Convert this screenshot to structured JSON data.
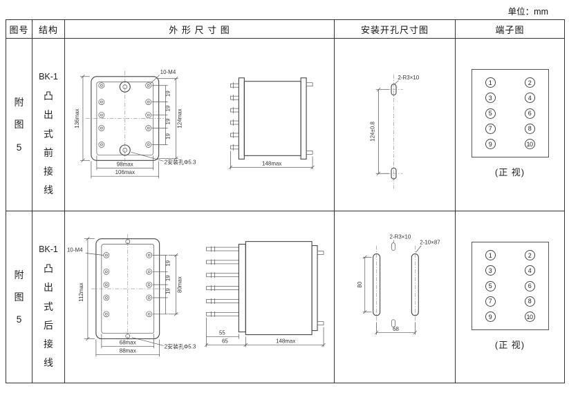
{
  "page": {
    "unit_label": "单位：mm"
  },
  "headers": {
    "fig_no": "图号",
    "structure": "结构",
    "outline": "外 形 尺 寸 图",
    "mounting": "安装开孔尺寸图",
    "terminal": "端子图"
  },
  "row1": {
    "fig_no": "附图5",
    "model": "BK-1",
    "structure": "凸出式前接线",
    "outline": {
      "height_total": "136max",
      "height_inner": "124max",
      "screw_label": "10-M4",
      "pitch": [
        "19",
        "19",
        "19",
        "19"
      ],
      "width_inner": "98max",
      "width_total": "106max",
      "hole_label": "2安装孔Φ5.3",
      "depth_total": "148max"
    },
    "mounting": {
      "hole_pitch": "124±0.8",
      "slot_label": "2-R3×10"
    },
    "terminal": {
      "left": [
        "1",
        "3",
        "5",
        "7",
        "9"
      ],
      "right": [
        "2",
        "4",
        "6",
        "8",
        "10"
      ],
      "caption": "(正 视)"
    }
  },
  "row2": {
    "fig_no": "附图5",
    "model": "BK-1",
    "structure": "凸出式后接线",
    "outline": {
      "height_total": "112max",
      "screw_label": "10-M4",
      "pitch": [
        "19",
        "19",
        "19"
      ],
      "terminal_span": "80max",
      "width_inner": "68max",
      "width_total": "88max",
      "hole_label": "2安装孔Φ5.3",
      "blade_len": "55",
      "front_depth": "65",
      "depth_total": "148max"
    },
    "mounting": {
      "slot_height": "80",
      "slot_label": "2-R3×10",
      "slot2_label": "2-10×87",
      "slot_pitch": "68"
    },
    "terminal": {
      "left": [
        "1",
        "3",
        "5",
        "7",
        "9"
      ],
      "right": [
        "2",
        "4",
        "6",
        "8",
        "10"
      ],
      "caption": "(正 视)"
    }
  }
}
